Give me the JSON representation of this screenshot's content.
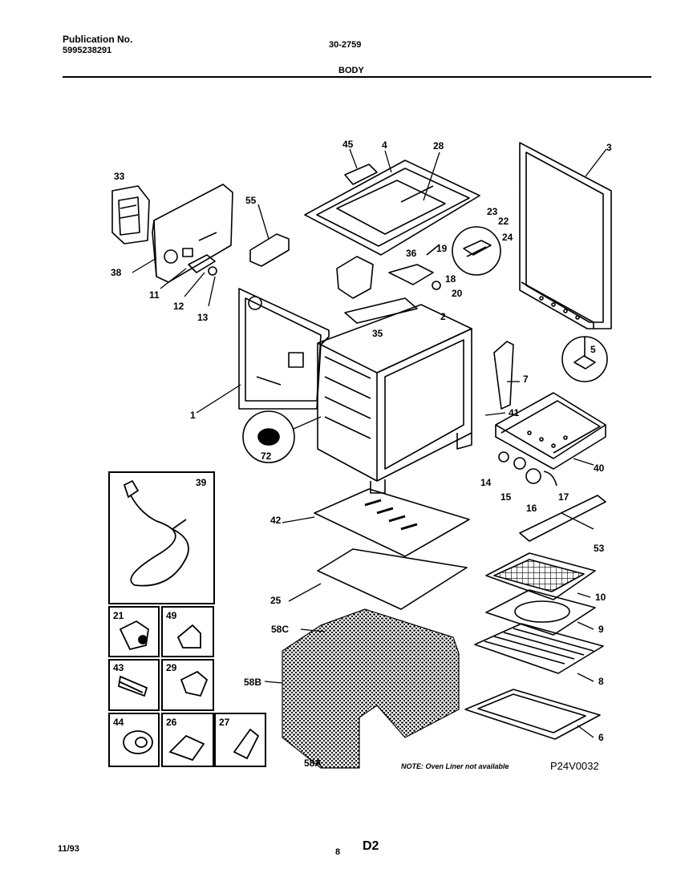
{
  "header": {
    "publication_label": "Publication No.",
    "publication_number": "5995238291",
    "model": "30-2759",
    "section": "BODY"
  },
  "callouts": [
    "33",
    "38",
    "11",
    "12",
    "13",
    "55",
    "45",
    "4",
    "28",
    "3",
    "23",
    "22",
    "24",
    "36",
    "19",
    "18",
    "20",
    "2",
    "35",
    "5",
    "1",
    "7",
    "41",
    "40",
    "72",
    "14",
    "15",
    "16",
    "17",
    "39",
    "42",
    "53",
    "25",
    "10",
    "9",
    "8",
    "6",
    "21",
    "49",
    "43",
    "29",
    "44",
    "26",
    "27",
    "58C",
    "58B",
    "58A"
  ],
  "note": "NOTE: Oven Liner not available",
  "diagram_code": "P24V0032",
  "footer": {
    "date": "11/93",
    "page": "8",
    "code": "D2"
  },
  "colors": {
    "ink": "#000000",
    "paper": "#ffffff"
  }
}
